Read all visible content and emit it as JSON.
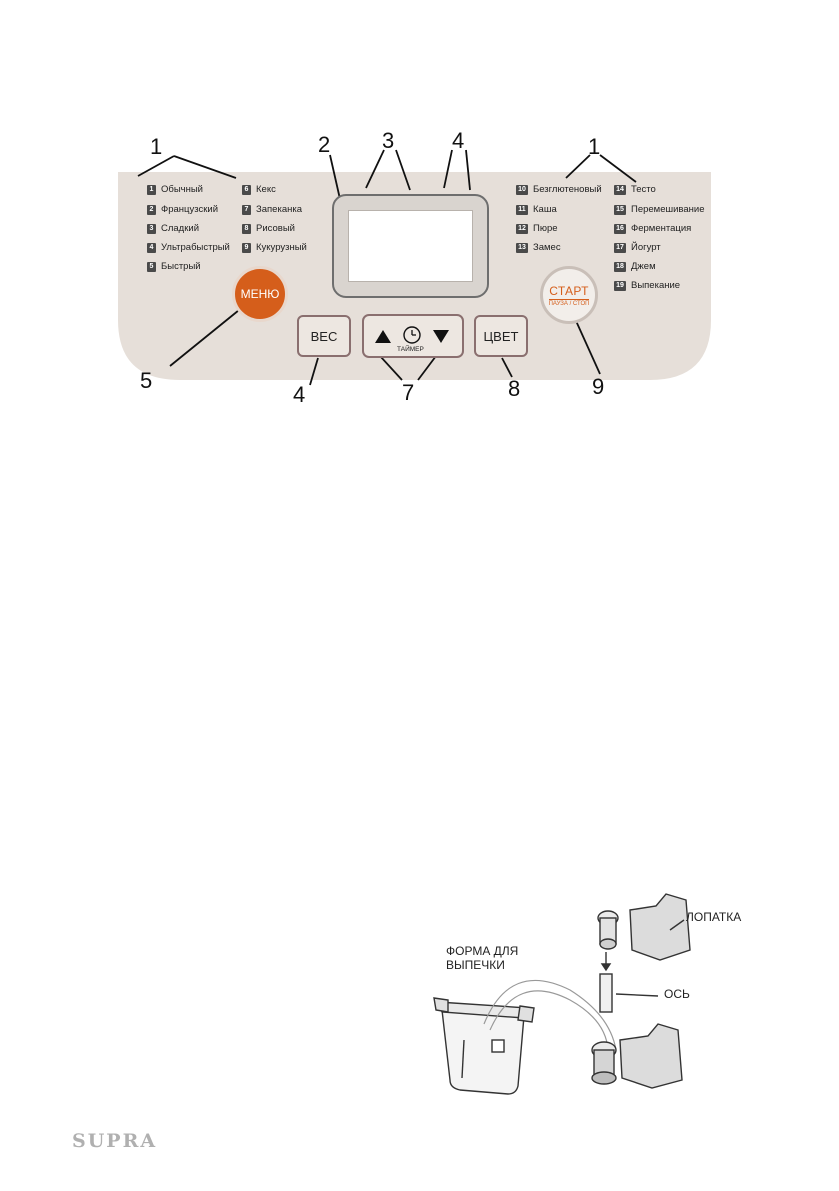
{
  "callouts": {
    "c1_left": "1",
    "c2": "2",
    "c3": "3",
    "c4_top": "4",
    "c1_right": "1",
    "c5": "5",
    "c4_bottom": "4",
    "c7": "7",
    "c8": "8",
    "c9": "9"
  },
  "programs_left_col1": [
    {
      "num": "1",
      "label": "Обычный"
    },
    {
      "num": "2",
      "label": "Французский"
    },
    {
      "num": "3",
      "label": "Сладкий"
    },
    {
      "num": "4",
      "label": "Ультрабыстрый"
    },
    {
      "num": "5",
      "label": "Быстрый"
    }
  ],
  "programs_left_col2": [
    {
      "num": "6",
      "label": "Кекс"
    },
    {
      "num": "7",
      "label": "Запеканка"
    },
    {
      "num": "8",
      "label": "Рисовый"
    },
    {
      "num": "9",
      "label": "Кукурузный"
    }
  ],
  "programs_right_col1": [
    {
      "num": "10",
      "label": "Безглютеновый"
    },
    {
      "num": "11",
      "label": "Каша"
    },
    {
      "num": "12",
      "label": "Пюре"
    },
    {
      "num": "13",
      "label": "Замес"
    }
  ],
  "programs_right_col2": [
    {
      "num": "14",
      "label": "Тесто"
    },
    {
      "num": "15",
      "label": "Перемешивание"
    },
    {
      "num": "16",
      "label": "Ферментация"
    },
    {
      "num": "17",
      "label": "Йогурт"
    },
    {
      "num": "18",
      "label": "Джем"
    },
    {
      "num": "19",
      "label": "Выпекание"
    }
  ],
  "buttons": {
    "menu": "МЕНЮ",
    "weight": "ВЕС",
    "timer": "ТАЙМЕР",
    "color": "ЦВЕТ",
    "start": "СТАРТ",
    "start_sub": "ПАУЗА / СТОП"
  },
  "diagram": {
    "pan_label": "ФОРМА ДЛЯ\nВЫПЕЧКИ",
    "paddle_label": "ЛОПАТКА",
    "axle_label": "ОСЬ"
  },
  "brand": "SUPRA",
  "colors": {
    "panel": "#e6dfd9",
    "menu_button": "#d55e1b",
    "accent": "#d55e1b"
  }
}
